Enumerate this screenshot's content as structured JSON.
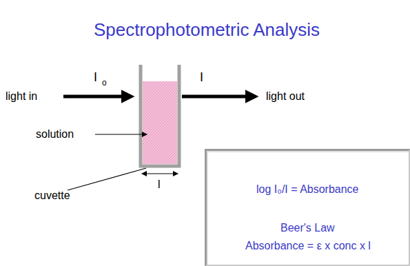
{
  "diagram": {
    "title": "Spectrophotometric Analysis",
    "nodes": [
      {
        "text": [
          "log I₀/I = Absorbance",
          "Beer's Law",
          "Absorbance = ε x conc x l"
        ]
      }
    ],
    "labels": [
      "light in",
      "I",
      "o",
      "I",
      "light out",
      "solution",
      "cuvette",
      "l"
    ]
  }
}
